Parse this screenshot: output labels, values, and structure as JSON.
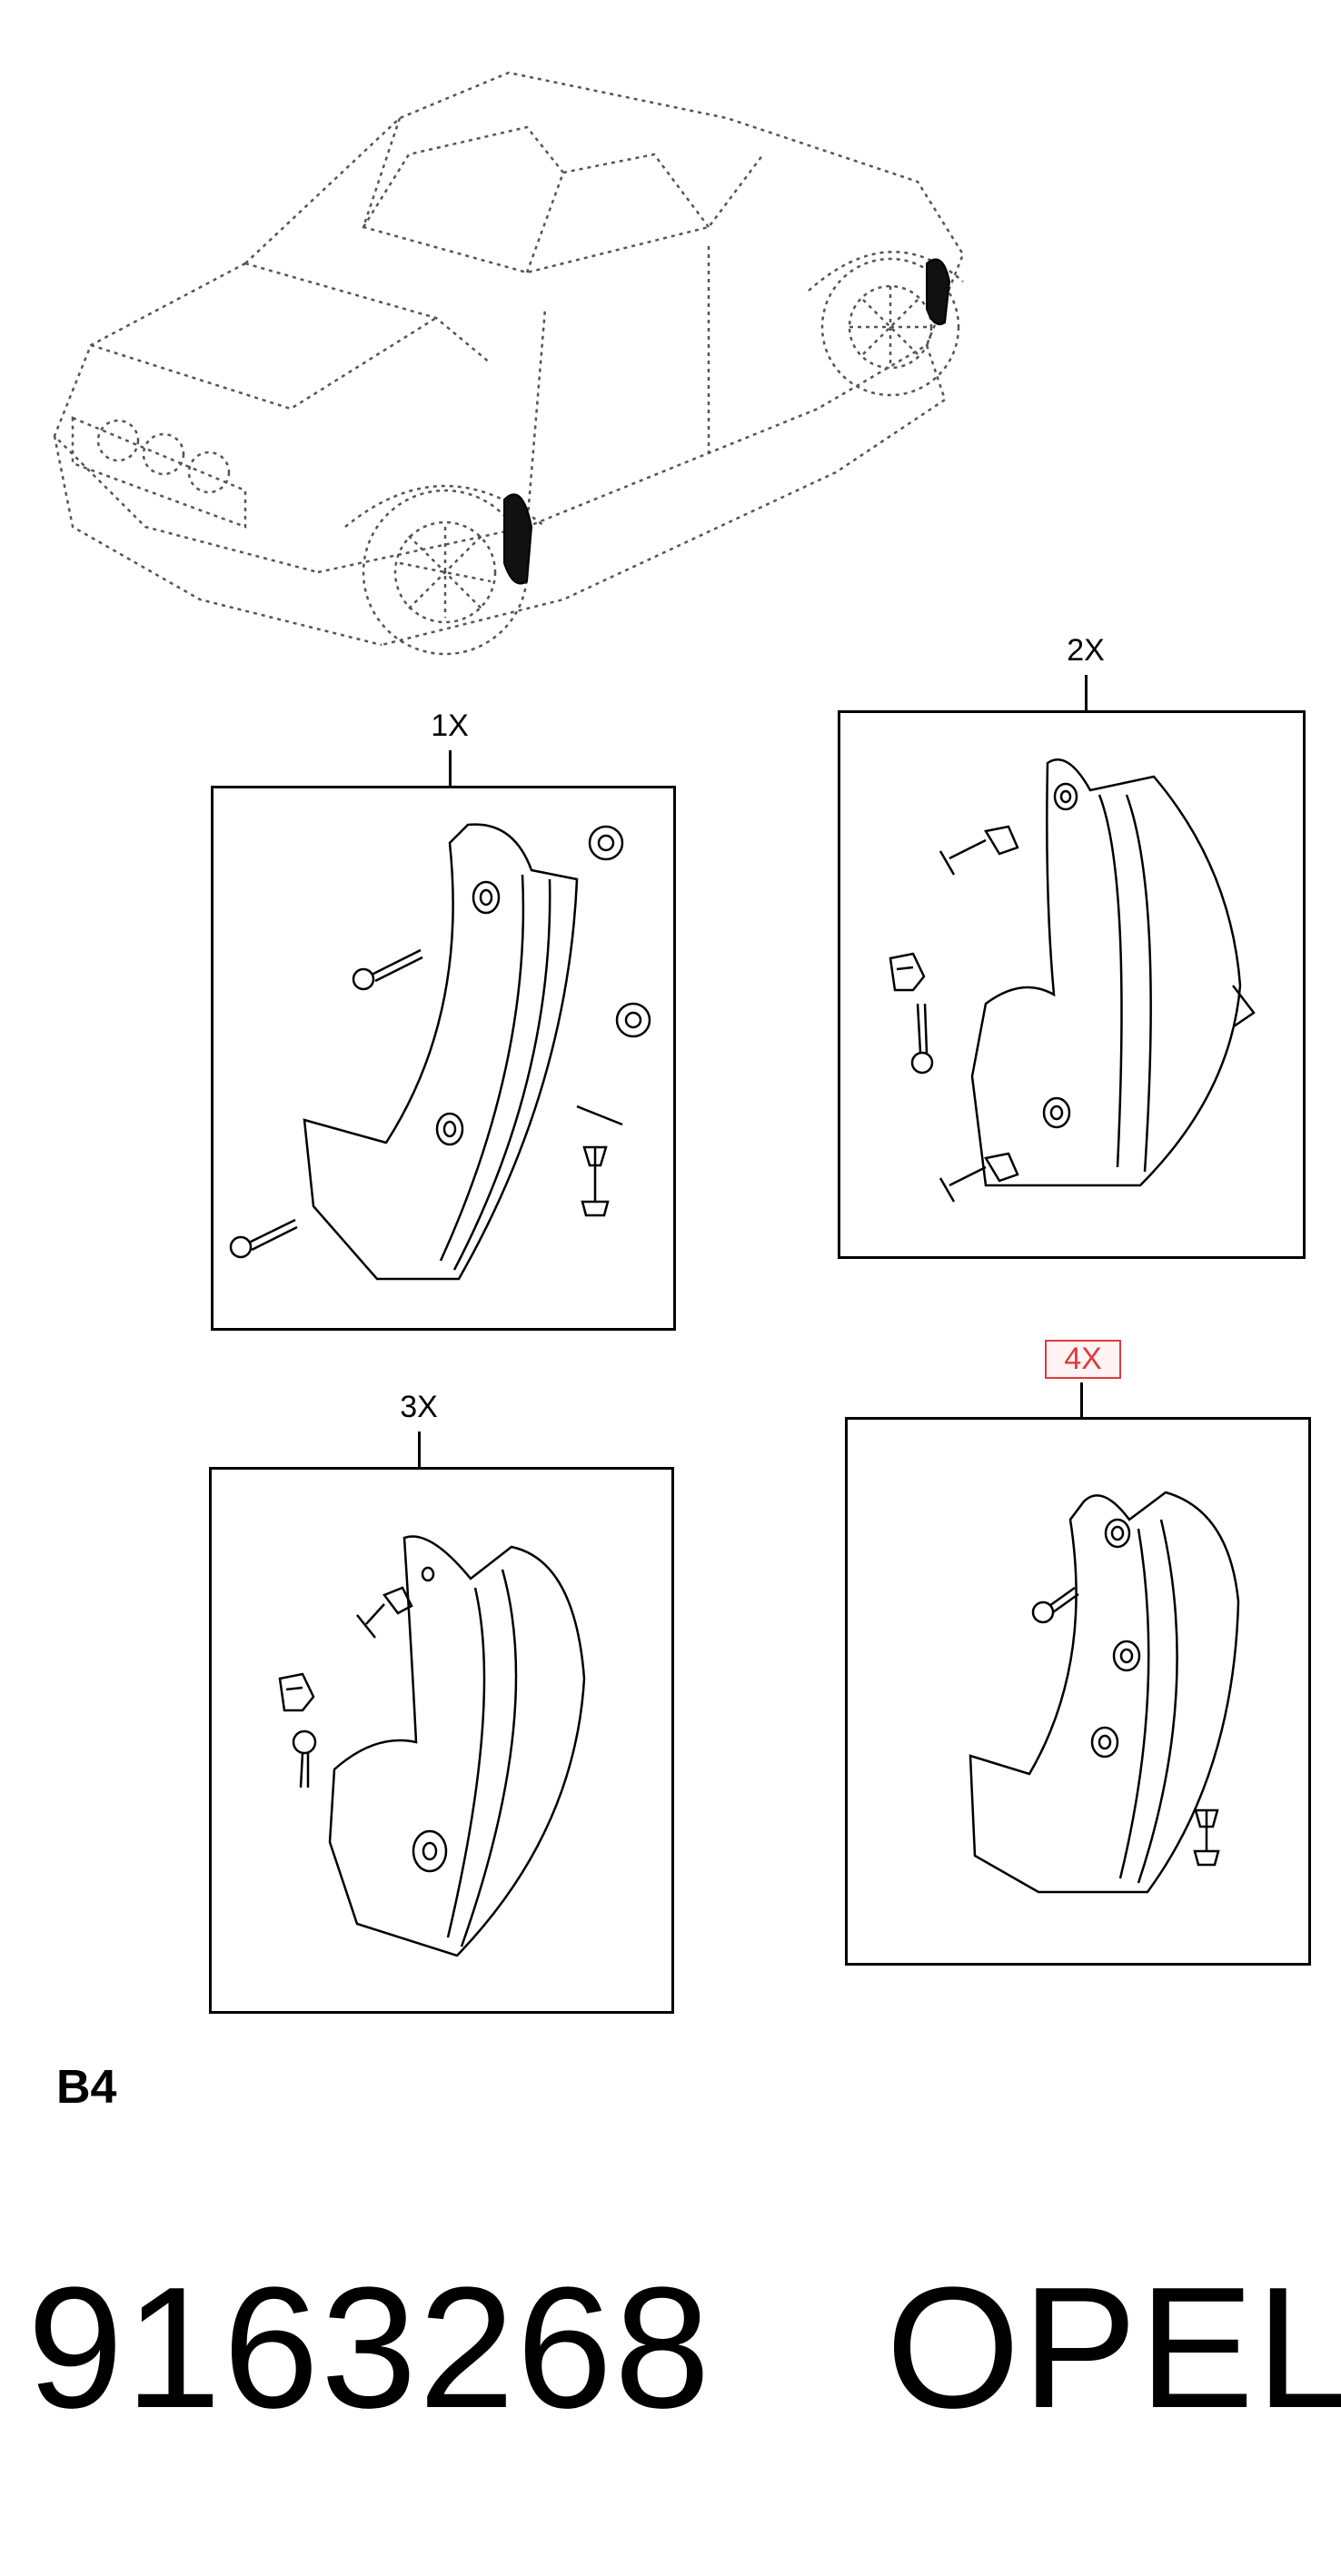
{
  "overview": {
    "icon": "car-overview-icon"
  },
  "panels": [
    {
      "label": "1X",
      "icon": "front-left-mudguard-icon"
    },
    {
      "label": "2X",
      "icon": "rear-left-mudguard-icon"
    },
    {
      "label": "3X",
      "icon": "rear-right-mudguard-icon"
    },
    {
      "label": "4X",
      "icon": "front-right-mudguard-icon",
      "highlighted": true
    }
  ],
  "page_code": "B4",
  "part_number": "9163268",
  "brand": "OPEL",
  "colors": {
    "line": "#000000",
    "highlight": "#e23b3b"
  }
}
